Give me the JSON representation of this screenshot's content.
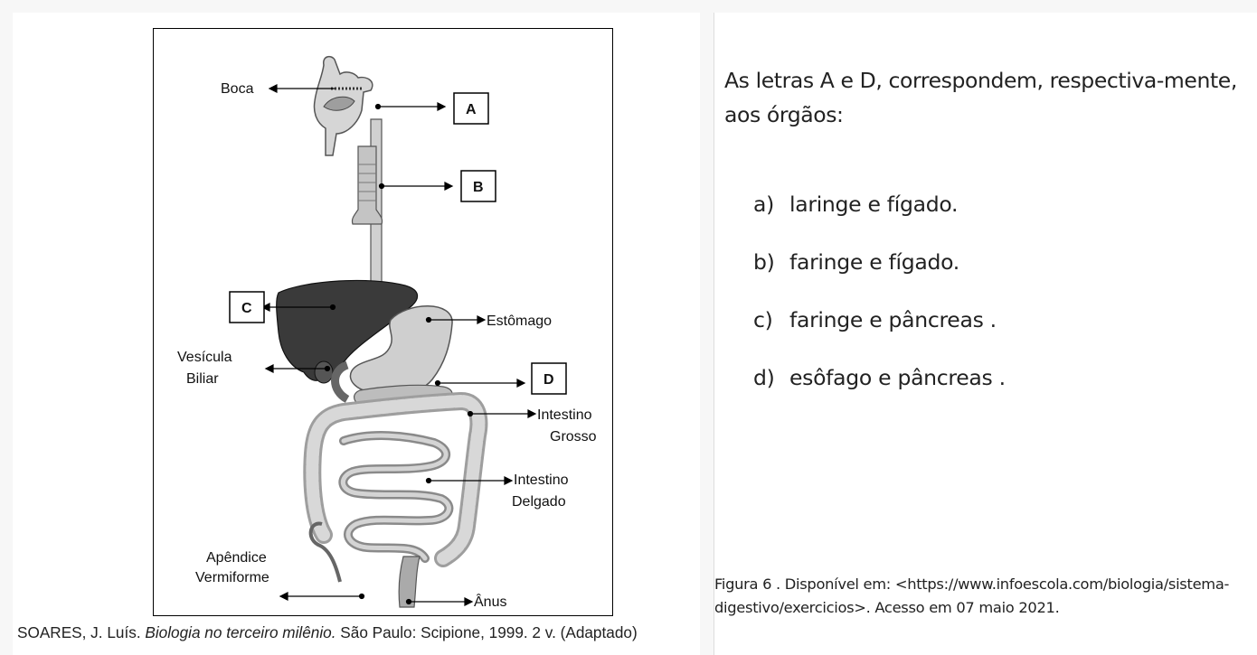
{
  "figure": {
    "labels": {
      "boca": "Boca",
      "estomago": "Estômago",
      "vesicula_1": "Vesícula",
      "vesicula_2": "Biliar",
      "intestino_grosso_1": "Intestino",
      "intestino_grosso_2": "Grosso",
      "intestino_delgado_1": "Intestino",
      "intestino_delgado_2": "Delgado",
      "apendice_1": "Apêndice",
      "apendice_2": "Vermiforme",
      "anus": "Ânus",
      "box_a": "A",
      "box_b": "B",
      "box_c": "C",
      "box_d": "D"
    },
    "caption": {
      "author": "SOARES, J. Luís.",
      "title": "Biologia no terceiro milênio.",
      "rest": "São Paulo: Scipione, 1999. 2 v. (Adaptado)"
    }
  },
  "question": {
    "text": "As letras A e D, correspondem, respectiva-mente, aos órgãos:",
    "options": [
      {
        "letter": "a)",
        "text": "laringe e fígado."
      },
      {
        "letter": "b)",
        "text": "faringe e fígado."
      },
      {
        "letter": "c)",
        "text": "faringe e pâncreas ."
      },
      {
        "letter": "d)",
        "text": "esôfago e pâncreas ."
      }
    ],
    "source": "Figura 6 . Disponível em: <https://www.infoescola.com/biologia/sistema-digestivo/exercicios>. Acesso em 07 maio 2021."
  },
  "colors": {
    "liver": "#3a3a3a",
    "organ_gray": "#c8c8c8",
    "organ_outline": "#555555",
    "text": "#222222"
  }
}
